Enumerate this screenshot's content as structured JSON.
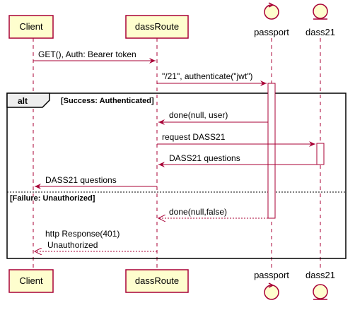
{
  "participants": {
    "client": {
      "label": "Client",
      "type": "participant"
    },
    "dassroute": {
      "label": "dassRoute",
      "type": "participant"
    },
    "passport": {
      "label": "passport",
      "type": "control"
    },
    "dass21": {
      "label": "dass21",
      "type": "entity"
    }
  },
  "messages": [
    {
      "from": "client",
      "to": "dassroute",
      "label": "GET(), Auth: Bearer token",
      "style": "solid"
    },
    {
      "from": "dassroute",
      "to": "passport",
      "label": "\"/21\", authenticate(\"jwt\")",
      "style": "solid"
    },
    {
      "from": "passport",
      "to": "dassroute",
      "label": "done(null, user)",
      "style": "solid"
    },
    {
      "from": "dassroute",
      "to": "dass21",
      "label": "request DASS21",
      "style": "solid"
    },
    {
      "from": "dass21",
      "to": "dassroute",
      "label": "DASS21 questions",
      "style": "solid"
    },
    {
      "from": "dassroute",
      "to": "client",
      "label": "DASS21 questions",
      "style": "solid"
    },
    {
      "from": "passport",
      "to": "dassroute",
      "label": "done(null,false)",
      "style": "dashed"
    },
    {
      "from": "dassroute",
      "to": "client",
      "label_lines": [
        "http Response(401)",
        "Unauthorized"
      ],
      "style": "dashed"
    }
  ],
  "fragment": {
    "keyword": "alt",
    "guards": [
      "[Success: Authenticated]",
      "[Failure: Unauthorized]"
    ]
  },
  "colors": {
    "participant_fill": "#FEFECE",
    "participant_border": "#A80036",
    "arrow": "#A80036",
    "lifeline": "#A80036",
    "fragment_fill": "#EEEEEE"
  }
}
